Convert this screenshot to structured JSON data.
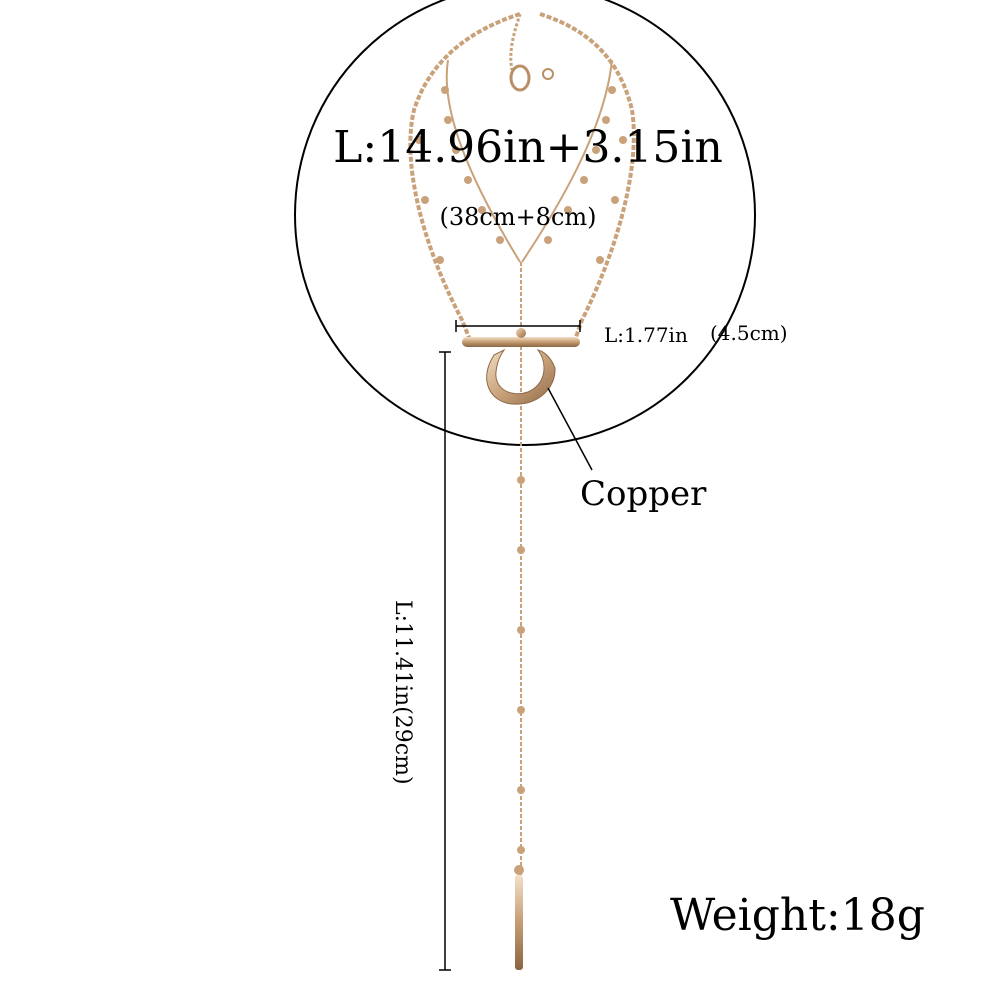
{
  "product": {
    "main_length_label": "L:14.96in+3.15in",
    "main_length_metric": "(38cm+8cm)",
    "bar_length_label": "L:1.77in",
    "bar_length_metric": "(4.5cm)",
    "material_label": "Copper",
    "drop_length_label": "L:11.41in(29cm)",
    "weight_label": "Weight:18g"
  },
  "colors": {
    "gold": "#c9a27a",
    "gold_dark": "#9c7550",
    "gold_light": "#ecd2b4",
    "ink": "#000000",
    "background": "#ffffff"
  },
  "icons": {
    "pendant": "crescent-moon-icon",
    "clasp": "lobster-clasp-icon"
  }
}
